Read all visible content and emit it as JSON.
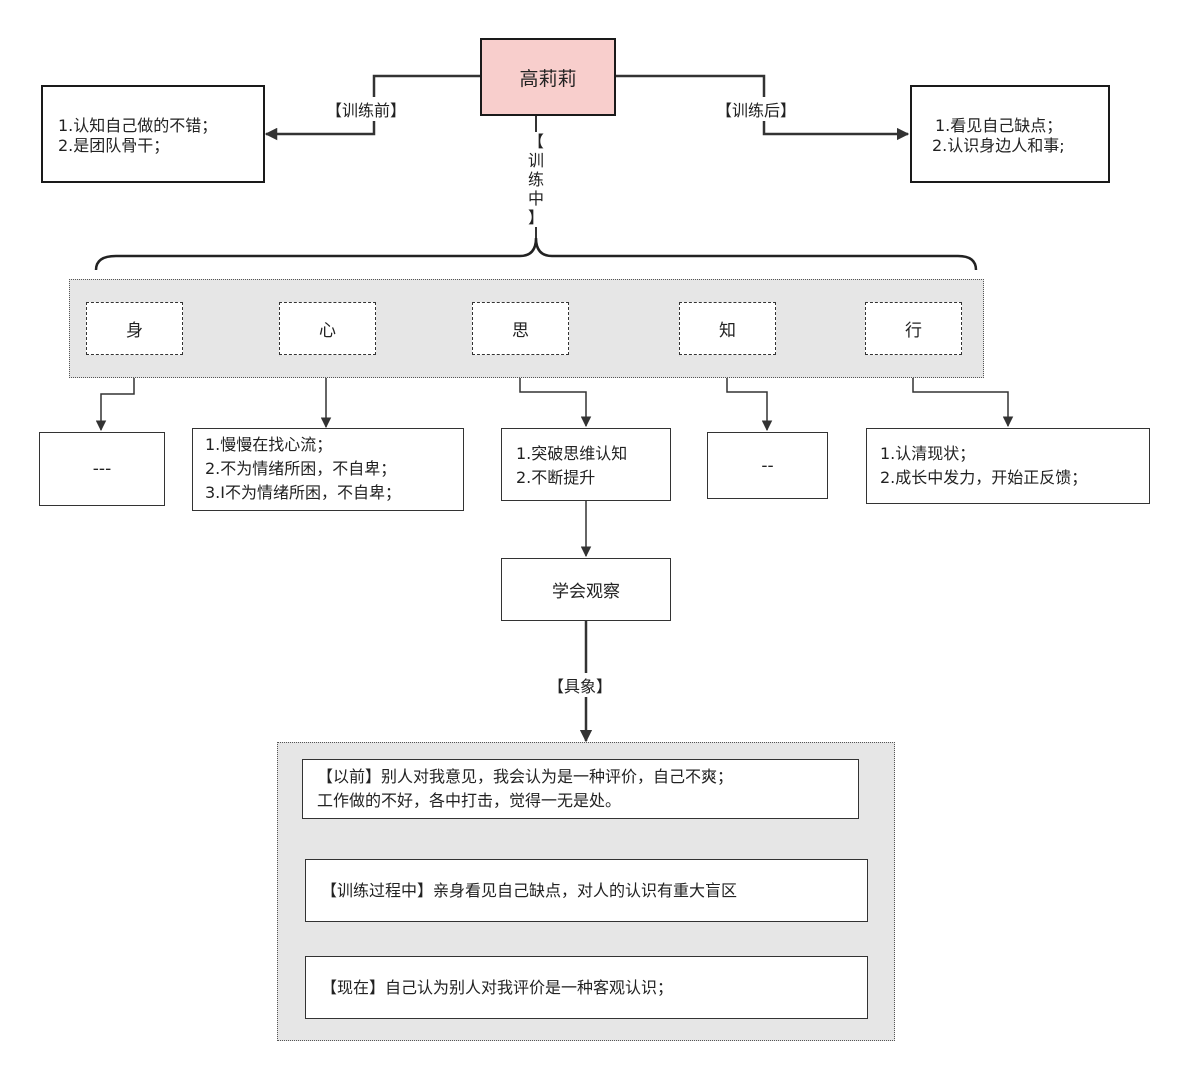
{
  "root": {
    "label": "高莉莉",
    "fill": "#f8cecc"
  },
  "before": {
    "edge_label": "【训练前】",
    "lines": [
      "1.认知自己做的不错；",
      "2.是团队骨干；"
    ]
  },
  "after": {
    "edge_label": "【训练后】",
    "lines": [
      "1.看见自己缺点；",
      "2.认识身边人和事;"
    ]
  },
  "during": {
    "edge_label_chars": [
      "【",
      "训",
      "练",
      "中",
      "】"
    ]
  },
  "dimensions": [
    {
      "label": "身",
      "detail": [
        "---"
      ]
    },
    {
      "label": "心",
      "detail": [
        "1.慢慢在找心流；",
        "2.不为情绪所困，不自卑；",
        "3.I不为情绪所困，不自卑；"
      ]
    },
    {
      "label": "思",
      "detail": [
        "1.突破思维认知",
        "2.不断提升"
      ]
    },
    {
      "label": "知",
      "detail": [
        "--"
      ]
    },
    {
      "label": "行",
      "detail": [
        "1.认清现状；",
        "2.成长中发力，开始正反馈；"
      ]
    }
  ],
  "observe": {
    "label": "学会观察",
    "edge_label": "【具象】"
  },
  "stages": [
    {
      "lines": [
        "【以前】别人对我意见，我会认为是一种评价，自己不爽；",
        "工作做的不好，各中打击，觉得一无是处。"
      ]
    },
    {
      "lines": [
        "【训练过程中】亲身看见自己缺点，对人的认识有重大盲区"
      ]
    },
    {
      "lines": [
        "【现在】自己认为别人对我评价是一种客观认识；"
      ]
    }
  ]
}
